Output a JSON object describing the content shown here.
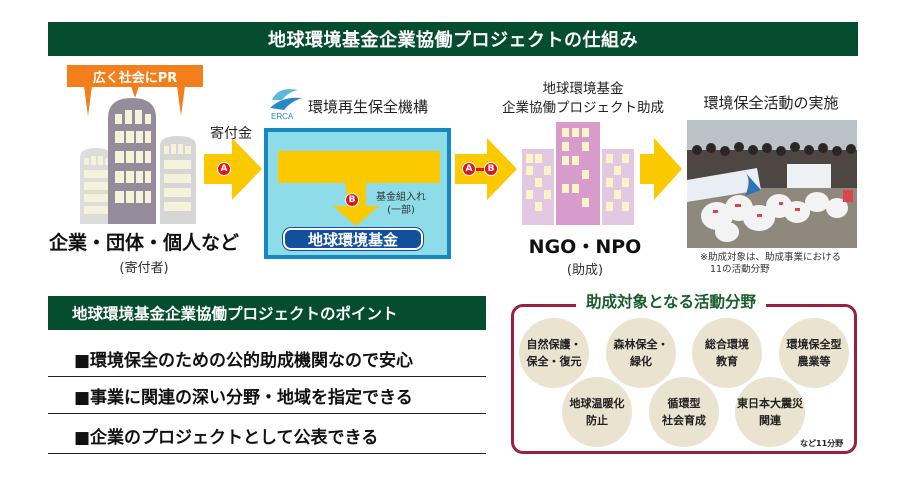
{
  "banner": {
    "title": "地球環境基金企業協働プロジェクトの仕組み"
  },
  "donors": {
    "pr_label": "広く社会にPR",
    "label": "企業・団体・個人など",
    "sublabel": "(寄付者)"
  },
  "flow": {
    "donation_label": "寄付金",
    "badge_a": "A",
    "badge_b": "B",
    "badge_ab_a": "A",
    "badge_ab_b": "B"
  },
  "erca": {
    "logo_text": "ERCA",
    "name": "環境再生保全機構",
    "fund_note_line1": "基金組入れ",
    "fund_note_line2": "(一部)",
    "fund_name": "地球環境基金"
  },
  "grant": {
    "title_line1": "地球環境基金",
    "title_line2": "企業協働プロジェクト助成",
    "ngo_label": "NGO・NPO",
    "ngo_sublabel": "(助成)"
  },
  "activity": {
    "title": "環境保全活動の実施",
    "note_line1": "※助成対象は、助成事業における",
    "note_line2": "11の活動分野"
  },
  "points": {
    "title": "地球環境基金企業協働プロジェクトのポイント",
    "items": [
      "■環境保全のための公的助成機関なので安心",
      "■事業に関連の深い分野・地域を指定できる",
      "■企業のプロジェクトとして公表できる"
    ]
  },
  "fields": {
    "title": "助成対象となる活動分野",
    "items": [
      {
        "line1": "自然保護・",
        "line2": "保全・復元"
      },
      {
        "line1": "森林保全・",
        "line2": "緑化"
      },
      {
        "line1": "総合環境",
        "line2": "教育"
      },
      {
        "line1": "環境保全型",
        "line2": "農業等"
      },
      {
        "line1": "地球温暖化",
        "line2": "防止"
      },
      {
        "line1": "循環型",
        "line2": "社会育成"
      },
      {
        "line1": "東日本大震災",
        "line2": "関連"
      }
    ],
    "footer": "など11分野"
  },
  "colors": {
    "banner": "#054d2e",
    "pr_orange": "#f27f1b",
    "arrow_yellow": "#fbc900",
    "erca_border": "#1588c2",
    "erca_fill": "#8ddce8",
    "fund_pill": "#124f9c",
    "badge_red": "#e0141e",
    "fields_border": "#9b1f3e",
    "fields_title": "#1a5c2c",
    "circle_fill": "#eae3d0"
  }
}
